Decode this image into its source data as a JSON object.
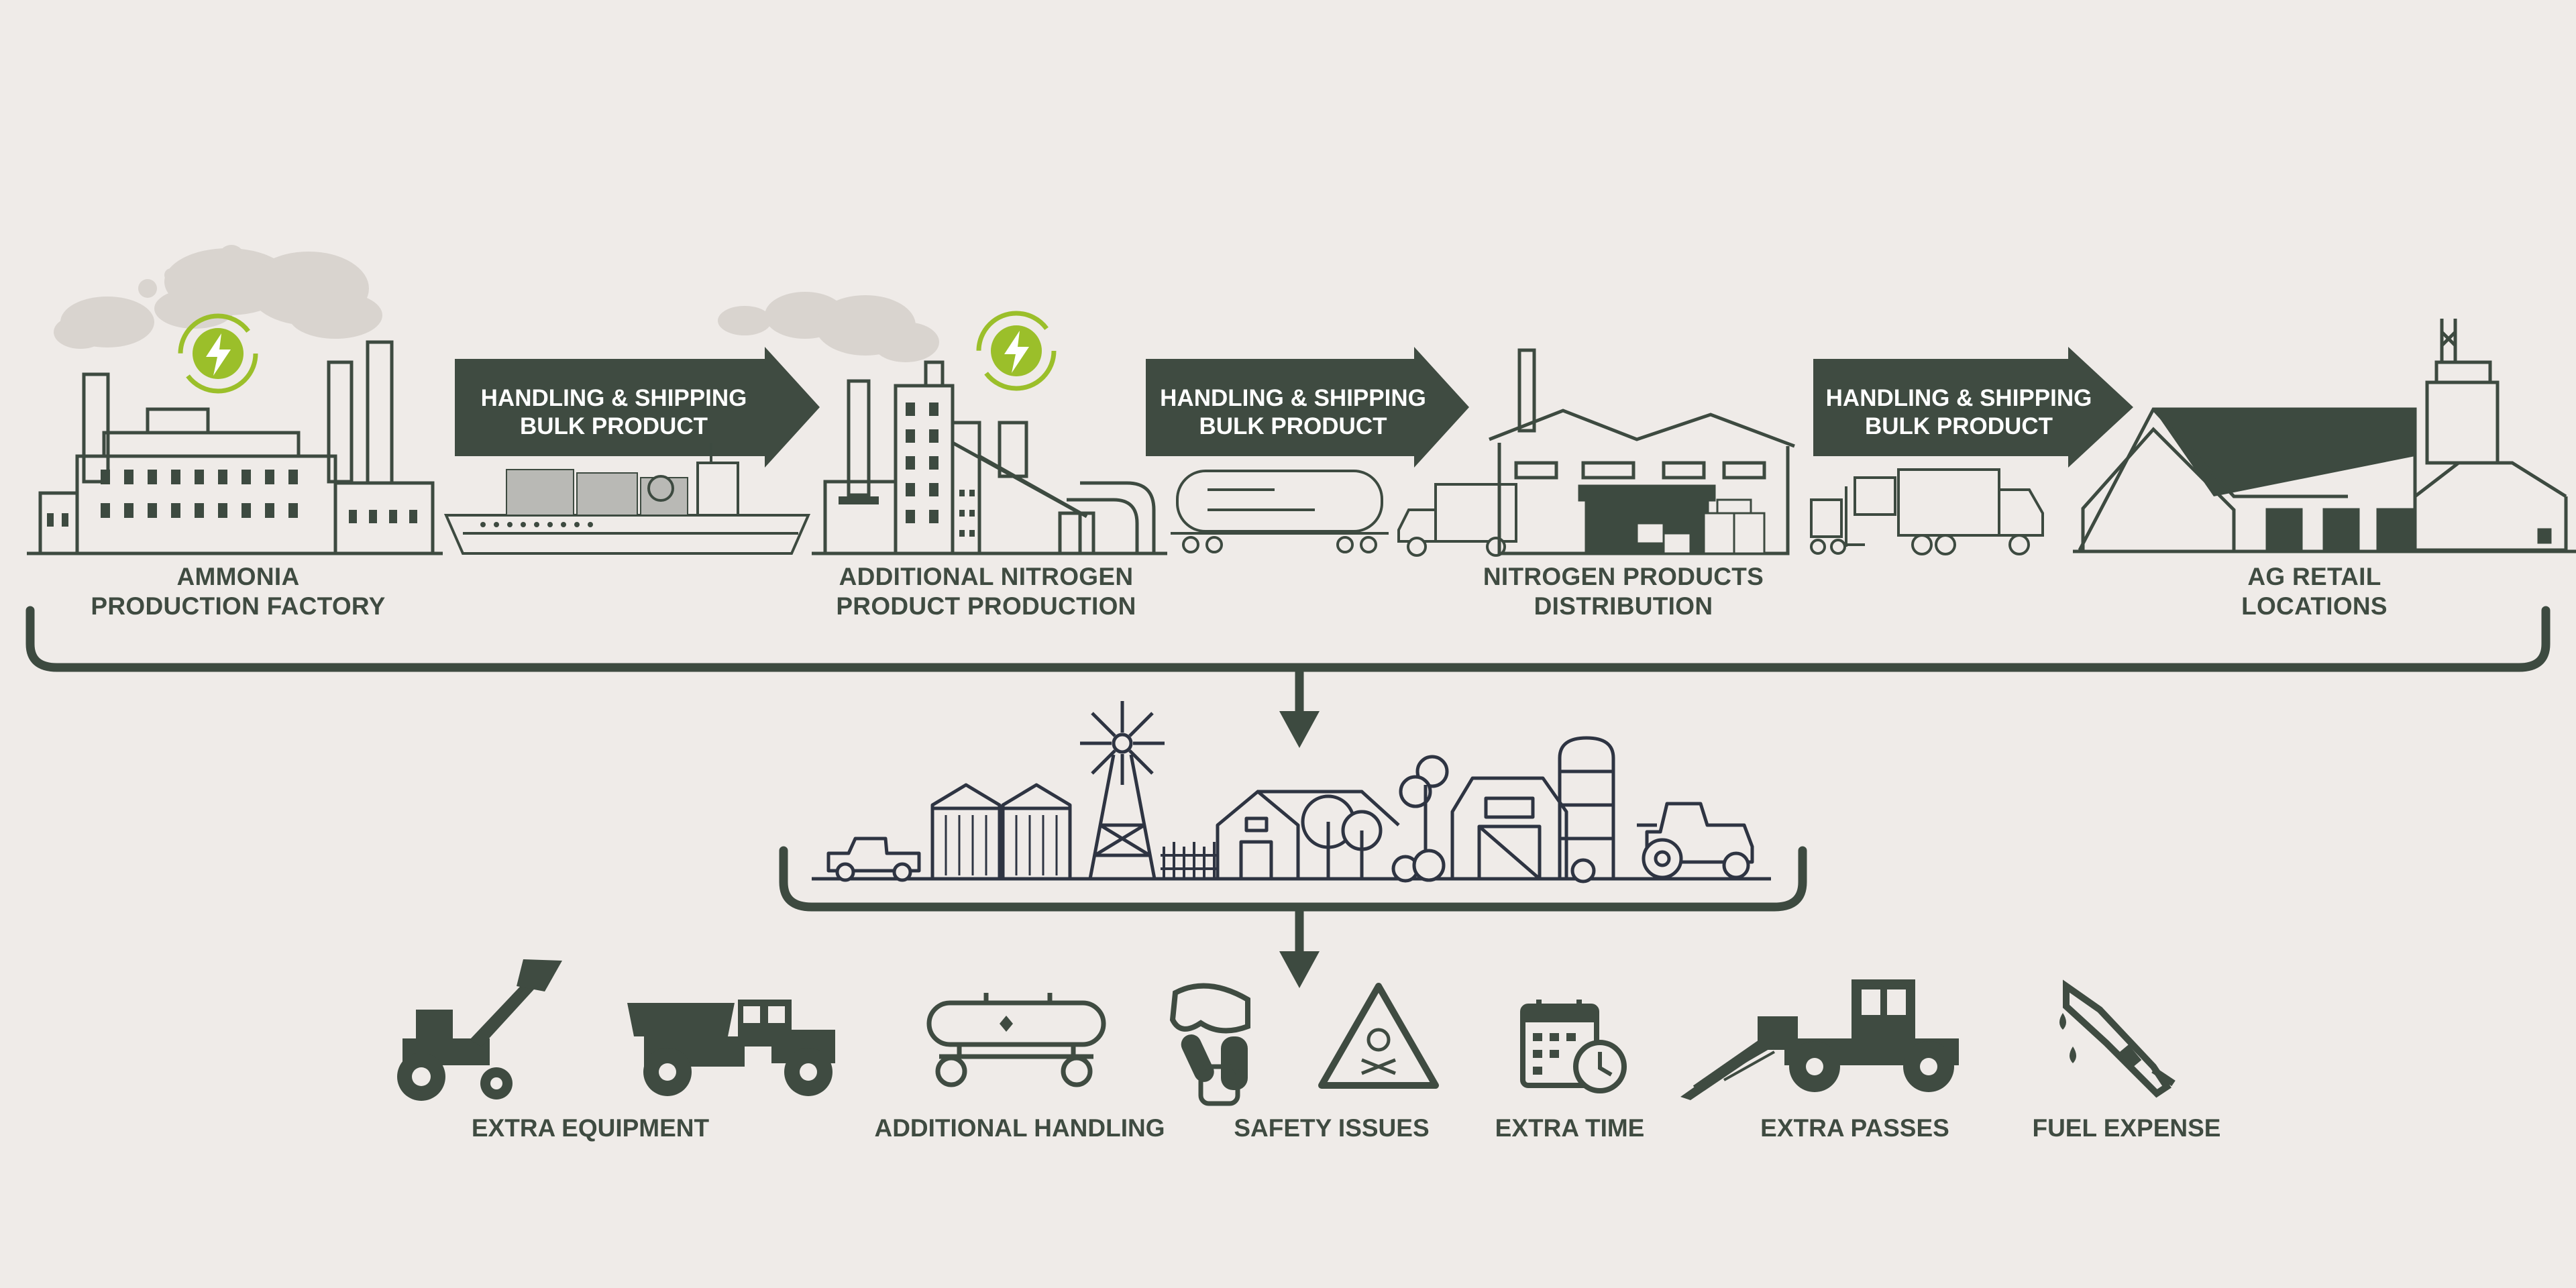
{
  "colors": {
    "background": "#efebe8",
    "dark_green": "#3f4b41",
    "line": "#3d4a40",
    "accent": "#9bbf2a",
    "farm_stroke": "#2e3442",
    "smoke": "#d9d4cf"
  },
  "supply_chain": {
    "stages": [
      {
        "line1": "AMMONIA",
        "line2": "PRODUCTION FACTORY",
        "icon": "factory-icon",
        "energy": true
      },
      {
        "line1": "ADDITIONAL NITROGEN",
        "line2": "PRODUCT PRODUCTION",
        "icon": "processing-plant-icon",
        "energy": true
      },
      {
        "line1": "NITROGEN PRODUCTS",
        "line2": "DISTRIBUTION",
        "icon": "warehouse-icon",
        "energy": false
      },
      {
        "line1": "AG RETAIL",
        "line2": "LOCATIONS",
        "icon": "retail-barn-icon",
        "energy": false
      }
    ],
    "transfers": [
      {
        "line1": "HANDLING & SHIPPING",
        "line2": "BULK PRODUCT",
        "icon": "cargo-ship-icon"
      },
      {
        "line1": "HANDLING & SHIPPING",
        "line2": "BULK PRODUCT",
        "icon": "rail-tank-car-icon"
      },
      {
        "line1": "HANDLING & SHIPPING",
        "line2": "BULK PRODUCT",
        "icon": "forklift-truck-icon"
      }
    ]
  },
  "farm": {
    "icons": [
      "pickup-truck-icon",
      "grain-bins-icon",
      "windmill-icon",
      "farmhouse-icon",
      "barn-silo-icon",
      "tractor-icon"
    ]
  },
  "costs": [
    {
      "label": "EXTRA EQUIPMENT",
      "icons": [
        "loader-tractor-icon",
        "spreader-truck-icon"
      ]
    },
    {
      "label": "ADDITIONAL HANDLING",
      "icons": [
        "nurse-tank-icon"
      ]
    },
    {
      "label": "SAFETY ISSUES",
      "icons": [
        "goggles-gloves-icon",
        "hazard-sign-icon"
      ]
    },
    {
      "label": "EXTRA TIME",
      "icons": [
        "calendar-clock-icon"
      ]
    },
    {
      "label": "EXTRA PASSES",
      "icons": [
        "sprayer-tractor-icon"
      ]
    },
    {
      "label": "FUEL EXPENSE",
      "icons": [
        "fuel-nozzle-icon"
      ]
    }
  ]
}
